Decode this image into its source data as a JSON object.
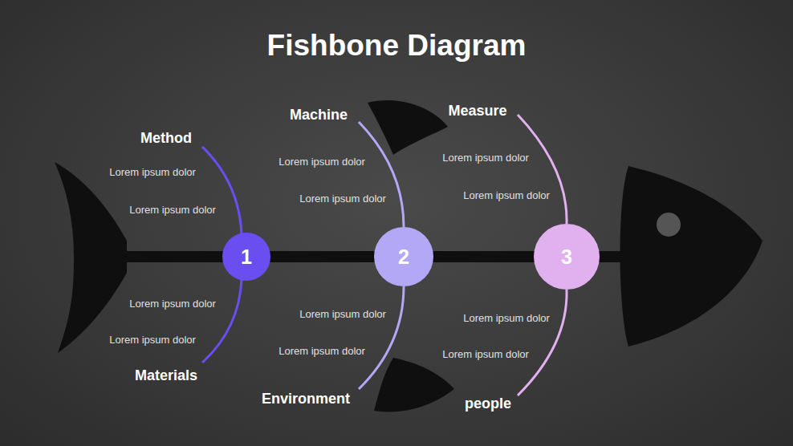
{
  "diagram": {
    "title": "Fishbone Diagram",
    "nodes": [
      {
        "text": [
          "1"
        ]
      },
      {
        "text": [
          "2"
        ]
      },
      {
        "text": [
          "3"
        ]
      }
    ],
    "edges": [
      {
        "from": 0,
        "to": 1,
        "arrow": "none"
      },
      {
        "from": 1,
        "to": 2,
        "arrow": "none"
      }
    ],
    "labels": [
      "Method",
      "Lorem ipsum dolor",
      "Lorem ipsum dolor",
      "Lorem ipsum dolor",
      "Lorem ipsum dolor",
      "Materials",
      "Machine",
      "Lorem ipsum dolor",
      "Lorem ipsum dolor",
      "Lorem ipsum dolor",
      "Lorem ipsum dolor",
      "Environment",
      "Measure",
      "Lorem ipsum dolor",
      "Lorem ipsum dolor",
      "Lorem ipsum dolor",
      "Lorem ipsum dolor",
      "people"
    ]
  }
}
